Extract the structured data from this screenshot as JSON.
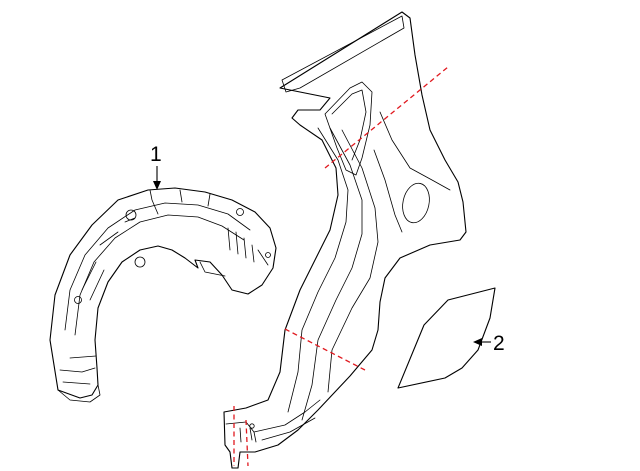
{
  "callouts": [
    {
      "id": "1",
      "label": "1"
    },
    {
      "id": "2",
      "label": "2"
    }
  ],
  "colors": {
    "line": "#000000",
    "cut_line": "#e0191f",
    "background": "#ffffff"
  }
}
